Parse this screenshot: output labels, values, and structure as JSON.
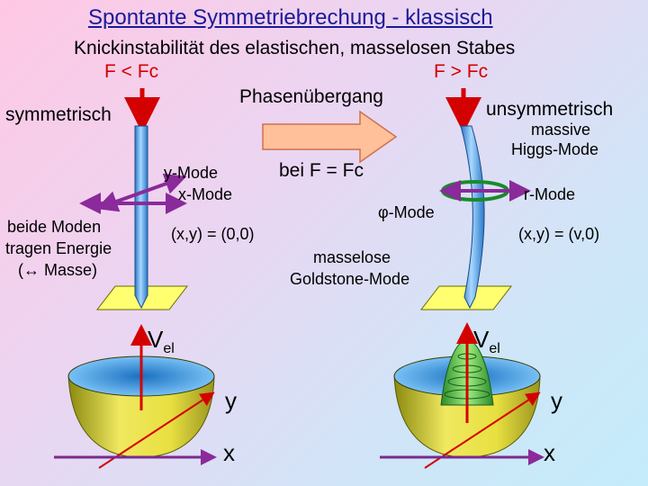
{
  "title": "Spontante Symmetriebrechung - klassisch",
  "subtitle": "Knickinstabilität des elastischen, masselosen Stabes",
  "left": {
    "force_condition": "F < Fc",
    "state": "symmetrisch",
    "mode_y": "y-Mode",
    "mode_x": "x-Mode",
    "energy_note_line1": "beide Moden",
    "energy_note_line2": "tragen Energie",
    "energy_note_line3": "(↔ Masse)",
    "coords": "(x,y) = (0,0)",
    "potential_label": "V",
    "potential_sub": "el",
    "axis_y": "y",
    "axis_x": "x"
  },
  "middle": {
    "transition": "Phasenübergang",
    "critical": "bei  F = Fc",
    "phi_mode": "φ-Mode",
    "goldstone_line1": "masselose",
    "goldstone_line2": "Goldstone-Mode"
  },
  "right": {
    "force_condition": "F > Fc",
    "state": "unsymmetrisch",
    "higgs_line1": "massive",
    "higgs_line2": "Higgs-Mode",
    "r_mode": "r-Mode",
    "coords": "(x,y) = (v,0)",
    "potential_label": "V",
    "potential_sub": "el",
    "axis_y": "y",
    "axis_x": "x"
  },
  "colors": {
    "title": "#1a1a9a",
    "force_arrow": "#d40000",
    "mode_arrow": "#8b2a9a",
    "axis_arrow": "#7a2a8a",
    "transition_arrow": "#ffc09a",
    "rod": "#5aa8e8",
    "plate": "#ffff70",
    "bowl": "#e0d840",
    "bowl_inner": "#5ab0e8",
    "phi_ring": "#1a8a2a",
    "hump": "#60c060"
  }
}
